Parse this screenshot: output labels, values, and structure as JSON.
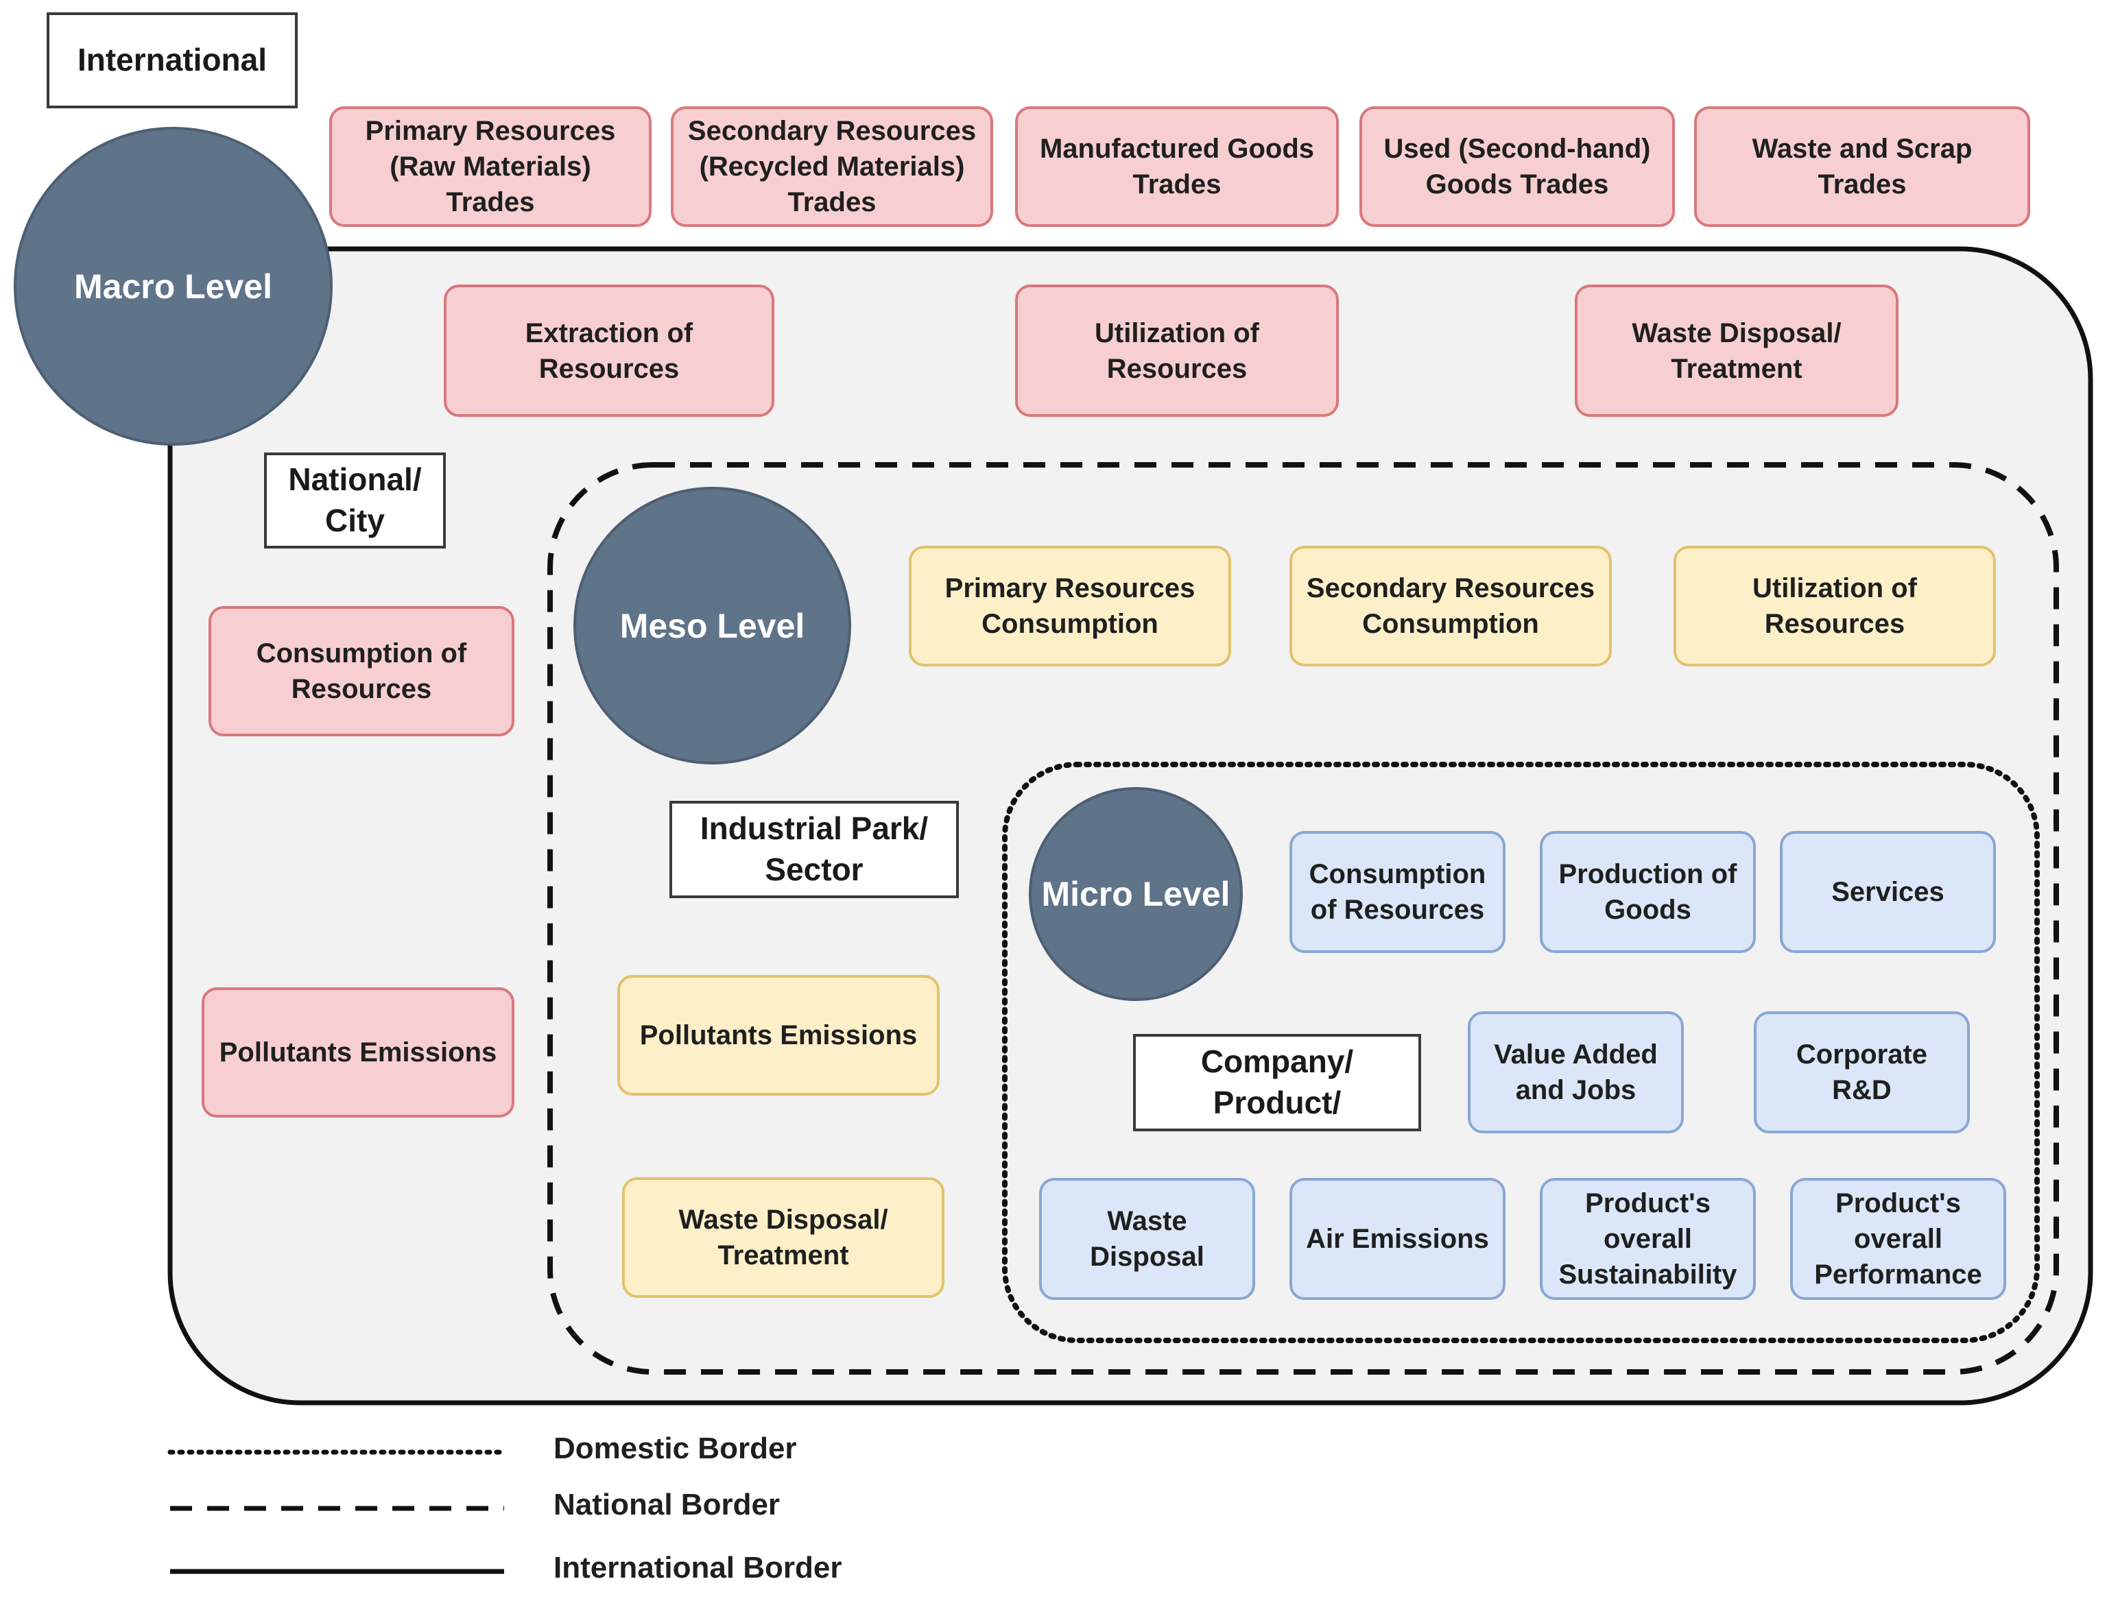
{
  "labels": {
    "international": "International",
    "national_city": "National/\nCity",
    "industrial_park": "Industrial Park/\nSector",
    "company_product": "Company/\nProduct/"
  },
  "levels": {
    "macro": "Macro Level",
    "meso": "Meso Level",
    "micro": "Micro Level"
  },
  "international_boxes": [
    "Primary Resources\n(Raw Materials)\nTrades",
    "Secondary Resources\n(Recycled Materials)\nTrades",
    "Manufactured Goods\nTrades",
    "Used (Second-hand)\nGoods Trades",
    "Waste and Scrap\nTrades"
  ],
  "macro_boxes": {
    "extraction": "Extraction of\nResources",
    "utilization": "Utilization of\nResources",
    "waste": "Waste Disposal/\nTreatment",
    "consumption": "Consumption of\nResources",
    "pollutants": "Pollutants Emissions"
  },
  "meso_boxes": {
    "primary": "Primary Resources\nConsumption",
    "secondary": "Secondary Resources\nConsumption",
    "utilization": "Utilization of\nResources",
    "pollutants": "Pollutants Emissions",
    "waste": "Waste Disposal/\nTreatment"
  },
  "micro_boxes": {
    "consumption": "Consumption\nof Resources",
    "production": "Production of\nGoods",
    "services": "Services",
    "value_added": "Value Added\nand Jobs",
    "rnd": "Corporate\nR&D",
    "waste": "Waste\nDisposal",
    "air": "Air Emissions",
    "sustainability": "Product's\noverall\nSustainability",
    "performance": "Product's\noverall\nPerformance"
  },
  "legend": {
    "domestic": "Domestic Border",
    "national": "National Border",
    "international": "International Border"
  },
  "colors": {
    "macro_fill": "#f7cfd1",
    "meso_fill": "#fdf0c9",
    "micro_fill": "#dbe7f8",
    "circle_fill": "#5f7389",
    "region_fill": "#f2f2f2"
  }
}
